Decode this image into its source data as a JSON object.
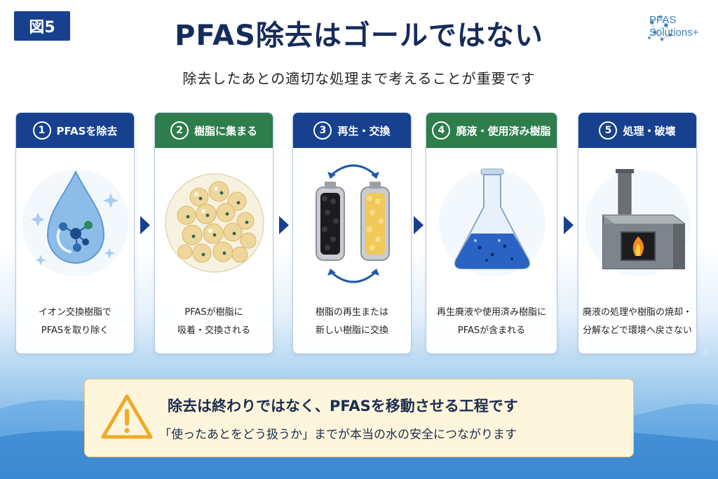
{
  "figure_label": "図5",
  "title": "PFAS除去はゴールではない",
  "subtitle": "除去したあとの適切な処理まで考えることが重要です",
  "logo": {
    "line1": "PFAS",
    "line2": "Solutions+",
    "icon": "molecule-network-icon"
  },
  "steps": [
    {
      "num": "1",
      "label": "PFASを除去",
      "desc1": "イオン交換樹脂で",
      "desc2": "PFASを取り除く",
      "icon": "water-drop-molecule-icon",
      "color": "#17418f"
    },
    {
      "num": "2",
      "label": "樹脂に集まる",
      "desc1": "PFASが樹脂に",
      "desc2": "吸着・交換される",
      "icon": "resin-beads-icon",
      "color": "#2e7d4c"
    },
    {
      "num": "3",
      "label": "再生・交換",
      "desc1": "樹脂の再生または",
      "desc2": "新しい樹脂に交換",
      "icon": "resin-columns-exchange-icon",
      "color": "#17418f"
    },
    {
      "num": "4",
      "label": "廃液・使用済み樹脂",
      "desc1": "再生廃液や使用済み樹脂に",
      "desc2": "PFASが含まれる",
      "icon": "flask-icon",
      "color": "#2e7d4c"
    },
    {
      "num": "5",
      "label": "処理・破壊",
      "desc1": "廃液の処理や樹脂の焼却・",
      "desc2": "分解などで環境へ戻さない",
      "icon": "incinerator-icon",
      "color": "#17418f"
    }
  ],
  "note": {
    "icon": "warning-icon",
    "main": "除去は終わりではなく、PFASを移動させる工程です",
    "sub": "「使ったあとをどう扱うか」までが本当の水の安全につながります"
  }
}
